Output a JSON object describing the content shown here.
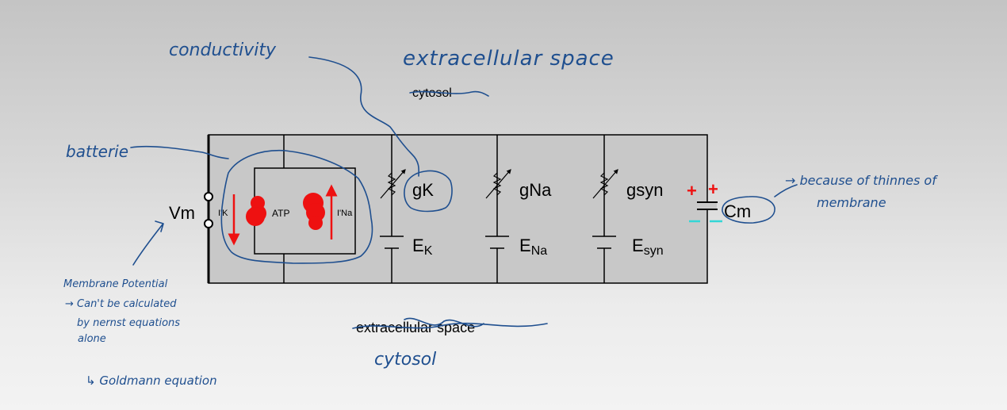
{
  "diagram": {
    "labels": {
      "top_printed": "cytosol",
      "bottom_printed": "extracellular space",
      "vm": "Vm",
      "ik": "I'K",
      "atp": "ATP",
      "ina": "I'Na",
      "gk": "gK",
      "gna": "gNa",
      "gsyn": "gsyn",
      "cm": "Cm",
      "ek_main": "E",
      "ek_sub": "K",
      "ena_main": "E",
      "ena_sub": "Na",
      "esyn_main": "E",
      "esyn_sub": "syn",
      "plus": "+"
    },
    "handwritten": {
      "conductivity": "conductivity",
      "extracellular_space": "extracellular space",
      "batterie": "batterie",
      "membrane_potential": "Membrane Potential",
      "cant_calc": "→ Can't be calculated",
      "by_nernst": "by nernst equations",
      "alone": "alone",
      "goldmann": "↳ Goldmann equation",
      "cytosol": "cytosol",
      "because_of": "→ because of thinnes of",
      "membrane": "membrane"
    },
    "colors": {
      "box_fill": "#c8c8c8",
      "wire": "#000000",
      "pump": "#ee1111",
      "current_arrow": "#ee1111",
      "plus_sign": "#ee1111",
      "minus_sign": "#33d6d6",
      "ink": "#1f4f8f"
    }
  }
}
